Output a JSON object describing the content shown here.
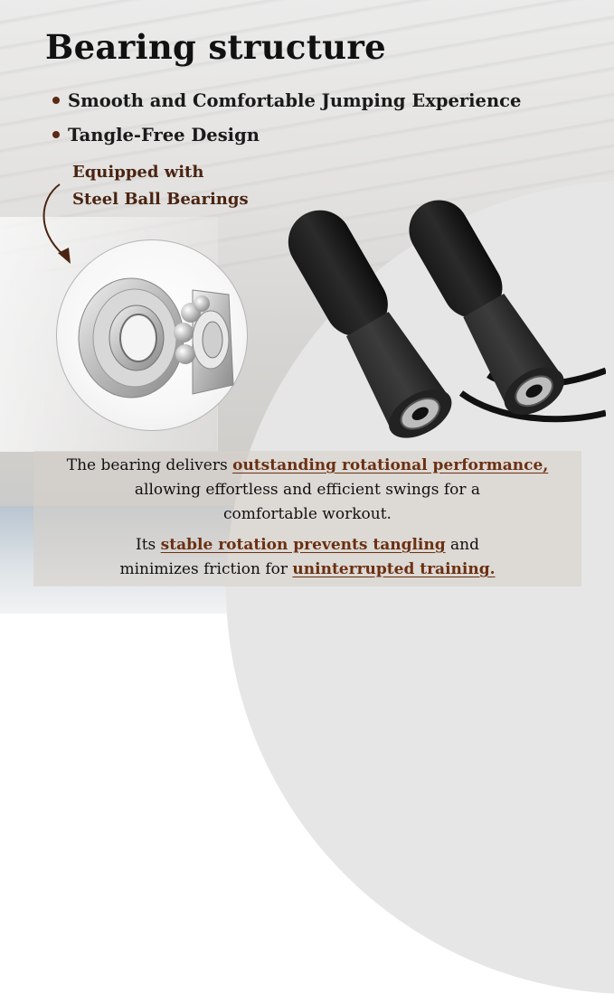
{
  "title": "Bearing structure",
  "bullets": [
    {
      "label": "Smooth and Comfortable Jumping Experience"
    },
    {
      "label": "Tangle-Free Design"
    }
  ],
  "callout": {
    "line1": "Equipped with",
    "line2": "Steel Ball Bearings"
  },
  "description": {
    "p1": {
      "pre": "The bearing delivers ",
      "highlight": "outstanding rotational performance,",
      "line2": "allowing effortless and efficient swings for a",
      "line3": "comfortable workout."
    },
    "p2": {
      "pre": "Its ",
      "highlight1": "stable rotation prevents tangling",
      "mid": " and",
      "line2_pre": "minimizes friction for ",
      "highlight2": "uninterrupted training."
    }
  },
  "icons": {
    "bullet": "dot-bullet",
    "arrow": "curved-arrow",
    "bearing": "ball-bearing-illustration",
    "product": "jump-rope-handles"
  },
  "colors": {
    "title": "#111111",
    "accent_brown": "#6b3012",
    "callout": "#4a2412",
    "bullet_dot": "#5a2a14",
    "text_box": "#d7d0ca"
  }
}
